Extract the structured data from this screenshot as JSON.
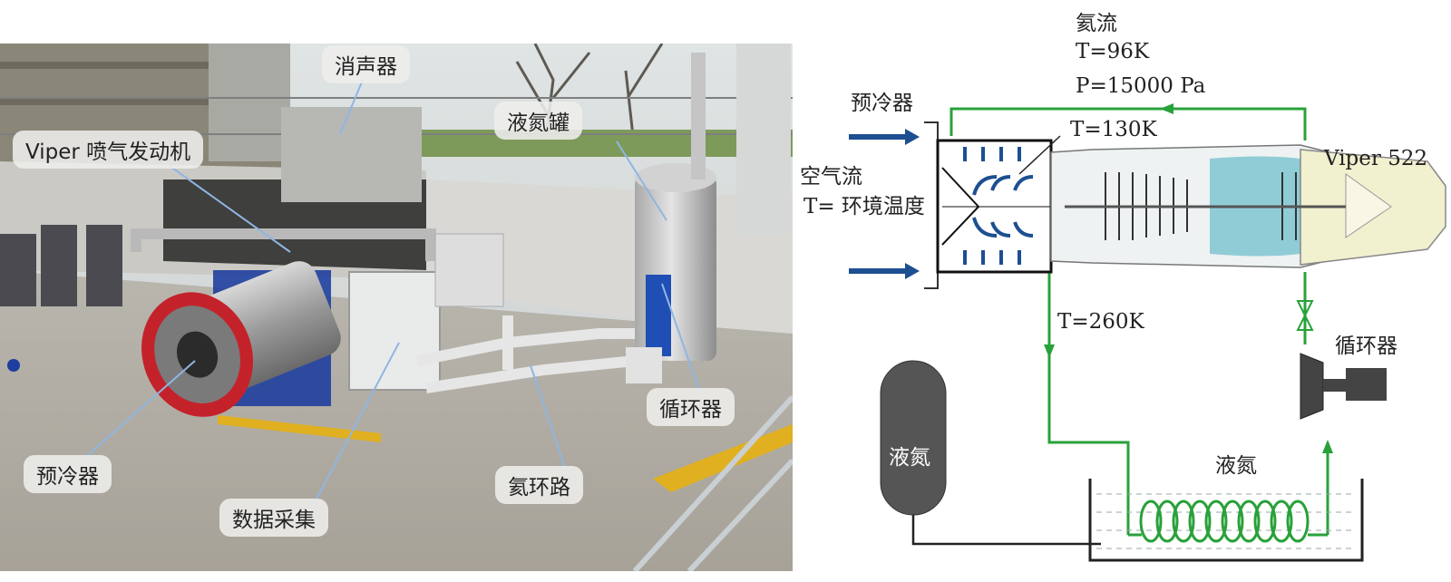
{
  "photo_labels": {
    "muffler": "消声器",
    "viper_engine": "Viper 喷气发动机",
    "ln2_tank": "液氮罐",
    "circulator": "循环器",
    "precooler": "预冷器",
    "data_acq": "数据采集",
    "nitrogen_loop": "氦环路"
  },
  "diagram_labels": {
    "helium_flow": "氦流",
    "helium_flow_T": "T=96K",
    "helium_flow_P": "P=15000 Pa",
    "precooler": "预冷器",
    "air_flow": "空气流",
    "air_temp": "T= 环境温度",
    "t130": "T=130K",
    "viper522": "Viper 522",
    "t260": "T=260K",
    "circulator": "循环器",
    "ln2_left": "液氮",
    "ln2_bath": "液氮"
  },
  "colors": {
    "loop_green": "#29a13a",
    "air_blue": "#1d4f91",
    "engine_teal": "#7fc6d1",
    "nozzle_cream": "#f1f0cf"
  }
}
